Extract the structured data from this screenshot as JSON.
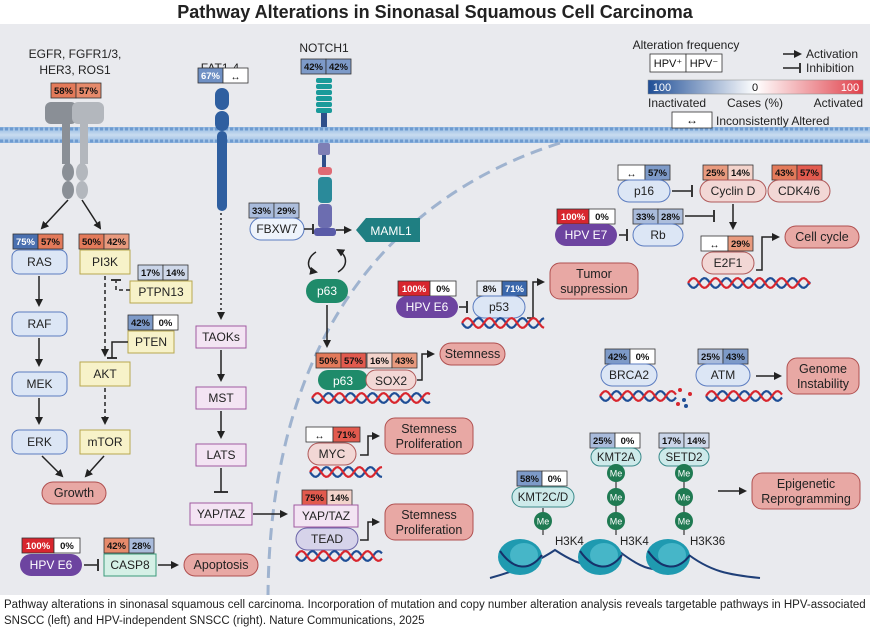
{
  "title": "Pathway Alterations in Sinonasal Squamous Cell Carcinoma",
  "caption": "Pathway alterations in sinonasal squamous cell carcinoma. Incorporation of mutation and copy number alteration analysis reveals targetable pathways in HPV-associated SNSCC (left) and HPV-independent SNSCC (right). Nature Communications, 2025",
  "legend": {
    "heading": "Alteration frequency",
    "hpv_pos": "HPV⁺",
    "hpv_neg": "HPV⁻",
    "scale_min": "100",
    "scale_mid": "0",
    "scale_max": "100",
    "left_label": "Inactivated",
    "mid_label": "Cases (%)",
    "right_label": "Activated",
    "activation": "Activation",
    "inhibition": "Inhibition",
    "inconsistent": "Inconsistently Altered",
    "colors": {
      "inactivated": "#1f4e96",
      "neutral": "#ffffff",
      "activated": "#e0404a"
    }
  },
  "receptors": {
    "egfr_label_1": "EGFR, FGFR1/3,",
    "egfr_label_2": "HER3, ROS1",
    "egfr_left": "58%",
    "egfr_right": "57%",
    "fat_label": "FAT1-4",
    "fat_left": "67%",
    "notch_label": "NOTCH1",
    "notch_left": "42%",
    "notch_right": "42%"
  },
  "nodes": {
    "ras": "RAS",
    "ras_l": "75%",
    "ras_r": "57%",
    "raf": "RAF",
    "mek": "MEK",
    "erk": "ERK",
    "pi3k": "PI3K",
    "pi3k_l": "50%",
    "pi3k_r": "42%",
    "ptpn13": "PTPN13",
    "ptpn13_l": "17%",
    "ptpn13_r": "14%",
    "pten": "PTEN",
    "pten_l": "42%",
    "pten_r": "0%",
    "akt": "AKT",
    "mtor": "mTOR",
    "growth": "Growth",
    "taoks": "TAOKs",
    "mst": "MST",
    "lats": "LATS",
    "yaptaz_left": "YAP/TAZ",
    "fbxw7": "FBXW7",
    "fbxw7_l": "33%",
    "fbxw7_r": "29%",
    "maml1": "MAML1",
    "p63_top": "p63",
    "p63": "p63",
    "p63_l": "50%",
    "p63_r": "57%",
    "sox2": "SOX2",
    "sox2_l": "16%",
    "sox2_r": "43%",
    "stemness": "Stemness",
    "myc": "MYC",
    "myc_r": "71%",
    "stemness_prolif_1a": "Stemness",
    "stemness_prolif_1b": "Proliferation",
    "yaptaz": "YAP/TAZ",
    "yaptaz_l": "75%",
    "yaptaz_r": "14%",
    "tead": "TEAD",
    "stemness_prolif_2a": "Stemness",
    "stemness_prolif_2b": "Proliferation",
    "hpv_e6_a": "HPV E6",
    "hpv_e6_a_l": "100%",
    "hpv_e6_a_r": "0%",
    "casp8": "CASP8",
    "casp8_l": "42%",
    "casp8_r": "28%",
    "apoptosis": "Apoptosis",
    "hpv_e6_b": "HPV E6",
    "hpv_e6_b_l": "100%",
    "hpv_e6_b_r": "0%",
    "p53": "p53",
    "p53_l": "8%",
    "p53_r": "71%",
    "tumor_supp_1": "Tumor",
    "tumor_supp_2": "suppression",
    "p16": "p16",
    "p16_r": "57%",
    "cyclind": "Cyclin D",
    "cyclind_l": "25%",
    "cyclind_r": "14%",
    "cdk46": "CDK4/6",
    "cdk46_l": "43%",
    "cdk46_r": "57%",
    "hpv_e7": "HPV E7",
    "hpv_e7_l": "100%",
    "hpv_e7_r": "0%",
    "rb": "Rb",
    "rb_l": "33%",
    "rb_r": "28%",
    "e2f1": "E2F1",
    "e2f1_r": "29%",
    "cellcycle": "Cell cycle",
    "brca2": "BRCA2",
    "brca2_l": "42%",
    "brca2_r": "0%",
    "atm": "ATM",
    "atm_l": "25%",
    "atm_r": "43%",
    "genome_1": "Genome",
    "genome_2": "Instability",
    "kmt2cd": "KMT2C/D",
    "kmt2cd_l": "58%",
    "kmt2cd_r": "0%",
    "kmt2a": "KMT2A",
    "kmt2a_l": "25%",
    "kmt2a_r": "0%",
    "setd2": "SETD2",
    "setd2_l": "17%",
    "setd2_r": "14%",
    "h3k4_a": "H3K4",
    "h3k4_b": "H3K4",
    "h3k36": "H3K36",
    "me": "Me",
    "epi_1": "Epigenetic",
    "epi_2": "Reprogramming"
  }
}
